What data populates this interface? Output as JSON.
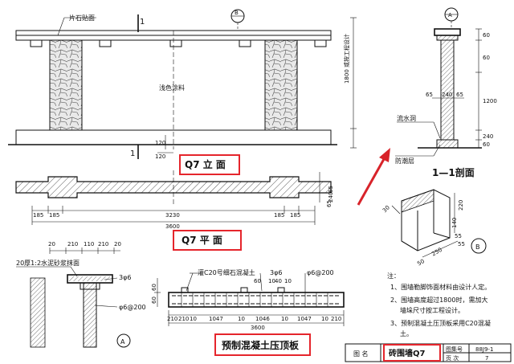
{
  "elevation": {
    "label_top": "片石贴面",
    "label_paint": "浅色涂料",
    "section_mark_left": "1",
    "section_mark_right": "1",
    "grid_b": "B",
    "dim_120": "120",
    "dim_120b": "120",
    "title": "Q7  立  面"
  },
  "section": {
    "grid_a": "A",
    "dims_right": [
      "60",
      "60",
      "1200",
      "240",
      "60"
    ],
    "dim_vertical_note": "1800 或按工程设计",
    "dims_top": [
      "65",
      "240",
      "65"
    ],
    "label_drain": "流水洞",
    "label_dpc": "防潮层",
    "title": "1—1剖面"
  },
  "plan": {
    "dims_left_vert": [
      "65",
      "240",
      "65"
    ],
    "dims_bottom": [
      "185",
      "185",
      "3230",
      "185",
      "185"
    ],
    "dim_total": "3600",
    "title": "Q7  平  面"
  },
  "detail_b": {
    "dims": [
      "30",
      "220",
      "140",
      "55",
      "55",
      "250",
      "50"
    ],
    "grid": "B"
  },
  "coping_section": {
    "dims_top": [
      "20",
      "210",
      "110",
      "210",
      "20"
    ],
    "label_mortar": "20厚1:2水泥砂浆抹面",
    "rebar_1": "3φ6",
    "rebar_2": "φ6@200",
    "grid": "A"
  },
  "coping_slab": {
    "label_concrete": "灌C20号细石混凝土",
    "rebar_1": "3φ6",
    "rebar_2": "φ6@200",
    "dims_small": [
      "60",
      "10",
      "40",
      "10"
    ],
    "dims_bottom": [
      "210",
      "210",
      "10",
      "1047",
      "10",
      "1046",
      "10",
      "1047",
      "10",
      "210"
    ],
    "dim_total": "3600",
    "dims_vert": [
      "60",
      "60"
    ],
    "title": "预制混凝土压顶板"
  },
  "notes": {
    "heading": "注：",
    "items": [
      "1、围墙勒脚饰面材料由设计人定。",
      "2、围墙高度超过1800时，需加大",
      "墙垛尺寸按工程设计。",
      "3、预制混凝土压顶板采用C20混凝",
      "土。"
    ]
  },
  "title_block": {
    "label_name": "图 名",
    "name": "砖围墙Q7",
    "label_atlas": "图集号",
    "atlas": "88J9-1",
    "label_page": "页 次",
    "page": "7"
  }
}
